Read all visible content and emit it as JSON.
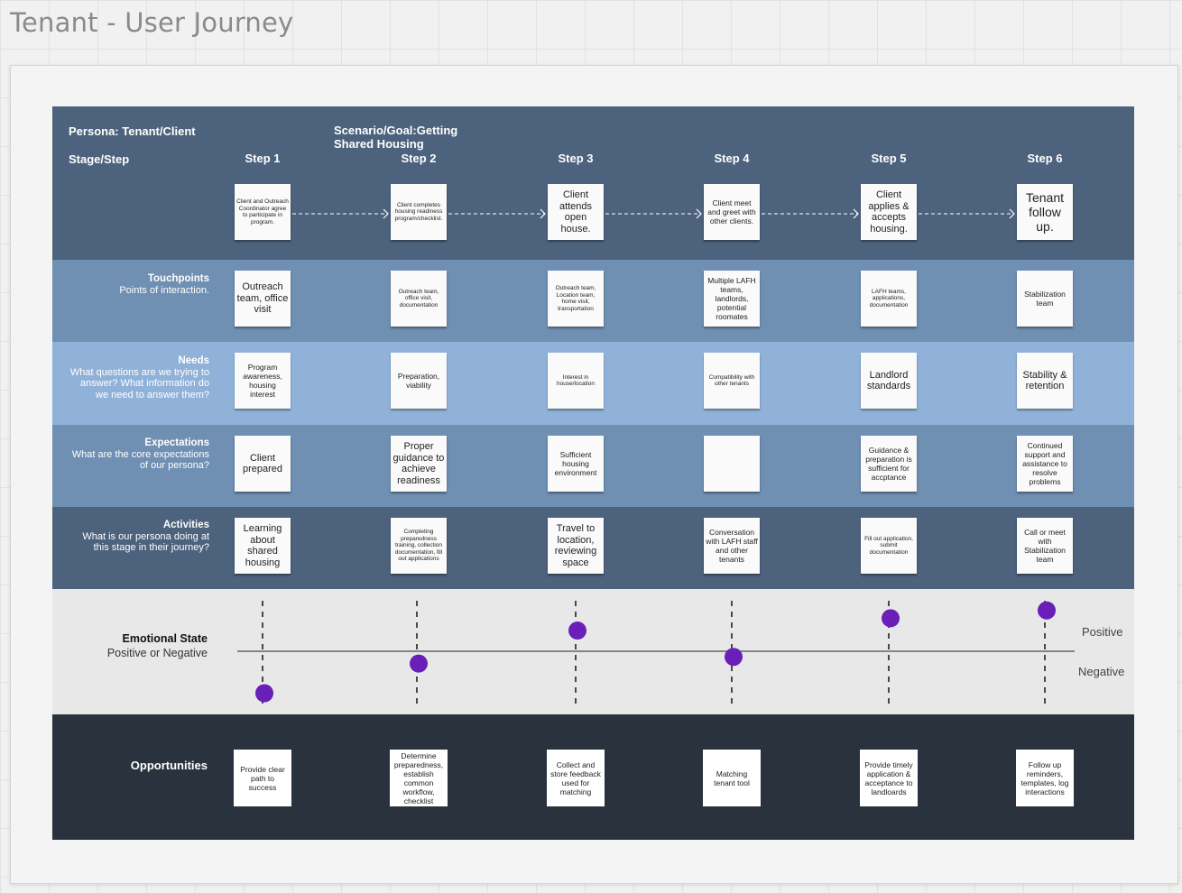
{
  "board": {
    "title": "Tenant - User Journey"
  },
  "header": {
    "persona": "Persona: Tenant/Client",
    "scenario": "Scenario/Goal:Getting Shared Housing",
    "stage_label": "Stage/Step"
  },
  "steps": [
    {
      "label": "Step 1",
      "note": "Client and Outreach Coordinator agree to participate in program."
    },
    {
      "label": "Step 2",
      "note": "Client completes housing readiness program/checklist."
    },
    {
      "label": "Step 3",
      "note": "Client attends open house."
    },
    {
      "label": "Step 4",
      "note": "Client meet and greet with other clients."
    },
    {
      "label": "Step 5",
      "note": "Client applies & accepts housing."
    },
    {
      "label": "Step 6",
      "note": "Tenant follow up."
    }
  ],
  "rows": {
    "touchpoints": {
      "title": "Touchpoints",
      "subtitle": "Points of interaction.",
      "notes": [
        "Outreach team, office visit",
        "Outreach team, office visit, documentation",
        "Outreach team, Location team, home visit, transportation",
        "Multiple LAFH teams, landlords, potential roomates",
        "LAFH teams, applications, documentation",
        "Stabilization team"
      ]
    },
    "needs": {
      "title": "Needs",
      "subtitle": "What questions are we trying to answer? What information do we need to answer them?",
      "notes": [
        "Program awareness, housing interest",
        "Preparation, viability",
        "Interest in house/location",
        "Compatibility with other tenants",
        "Landlord standards",
        "Stability & retention"
      ]
    },
    "expectations": {
      "title": "Expectations",
      "subtitle": "What are the core expectations of our persona?",
      "notes": [
        "Client prepared",
        "Proper guidance to achieve readiness",
        "Sufficient housing environment",
        "",
        "Guidance & preparation is sufficient for accptance",
        "Continued support and assistance to resolve problems"
      ]
    },
    "activities": {
      "title": "Activities",
      "subtitle": "What is our persona doing at this stage in their journey?",
      "notes": [
        "Learning about shared housing",
        "Completing preparedness training, collection documentation, fill out applications",
        "Travel to location, reviewing space",
        "Conversation with LAFH staff and other tenants",
        "Fill out application, submit documentation",
        "Call or meet with Stabilization team"
      ]
    }
  },
  "emotional": {
    "title": "Emotional State",
    "subtitle": "Positive or Negative",
    "positive_label": "Positive",
    "negative_label": "Negative",
    "levels": [
      -0.75,
      -0.22,
      0.37,
      -0.1,
      0.59,
      0.73
    ],
    "dot_color": "#6a1fb8"
  },
  "opportunities": {
    "title": "Opportunities",
    "notes": [
      "Provide clear path to success",
      "Determine preparedness, establish common workflow, checklist",
      "Collect and store feedback used for matching",
      "Matching tenant tool",
      "Provide timely application & acceptance to landloards",
      "Follow up reminders, templates, log interactions"
    ]
  },
  "colors": {
    "steps_band": "#4c627d",
    "mid_band": "#6f8fb3",
    "light_band": "#90b2d8",
    "emotion_band": "#e8e8e8",
    "opportunity_band": "#2a323d"
  }
}
